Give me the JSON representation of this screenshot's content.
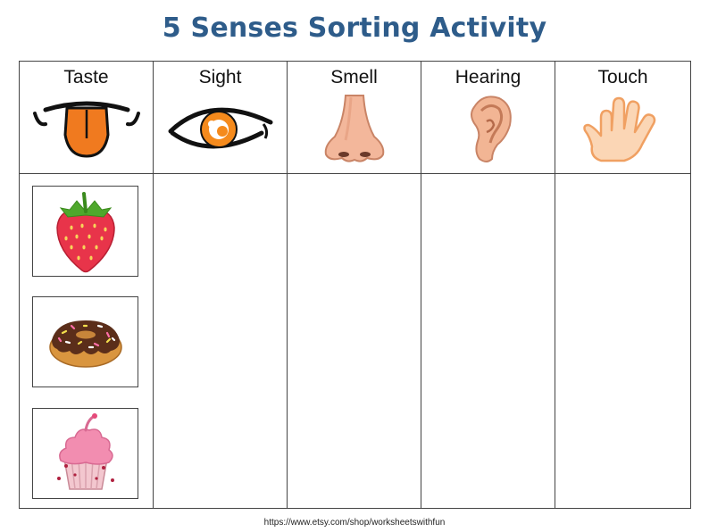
{
  "title": "5 Senses Sorting Activity",
  "columns": [
    {
      "label": "Taste",
      "icon": "tongue-icon"
    },
    {
      "label": "Sight",
      "icon": "eye-icon"
    },
    {
      "label": "Smell",
      "icon": "nose-icon"
    },
    {
      "label": "Hearing",
      "icon": "ear-icon"
    },
    {
      "label": "Touch",
      "icon": "hand-icon"
    }
  ],
  "cards": [
    {
      "icon": "strawberry-icon",
      "column": "Taste"
    },
    {
      "icon": "donut-icon",
      "column": "Taste"
    },
    {
      "icon": "cupcake-icon",
      "column": "Taste"
    }
  ],
  "footer": "https://www.etsy.com/shop/worksheetswithfun",
  "colors": {
    "title": "#2e5c8a",
    "grid_lines": "#444444"
  }
}
